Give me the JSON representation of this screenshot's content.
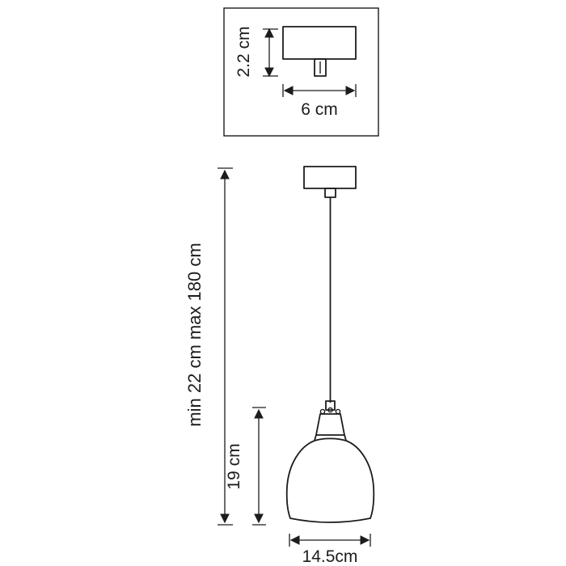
{
  "inset": {
    "height_dim": "2.2 cm",
    "width_dim": "6 cm"
  },
  "main": {
    "suspension_dim": "min 22 cm max 180 cm",
    "shade_height_dim": "19 cm",
    "shade_width_dim": "14.5cm"
  },
  "colors": {
    "line": "#1c1c1c",
    "background": "#ffffff"
  }
}
